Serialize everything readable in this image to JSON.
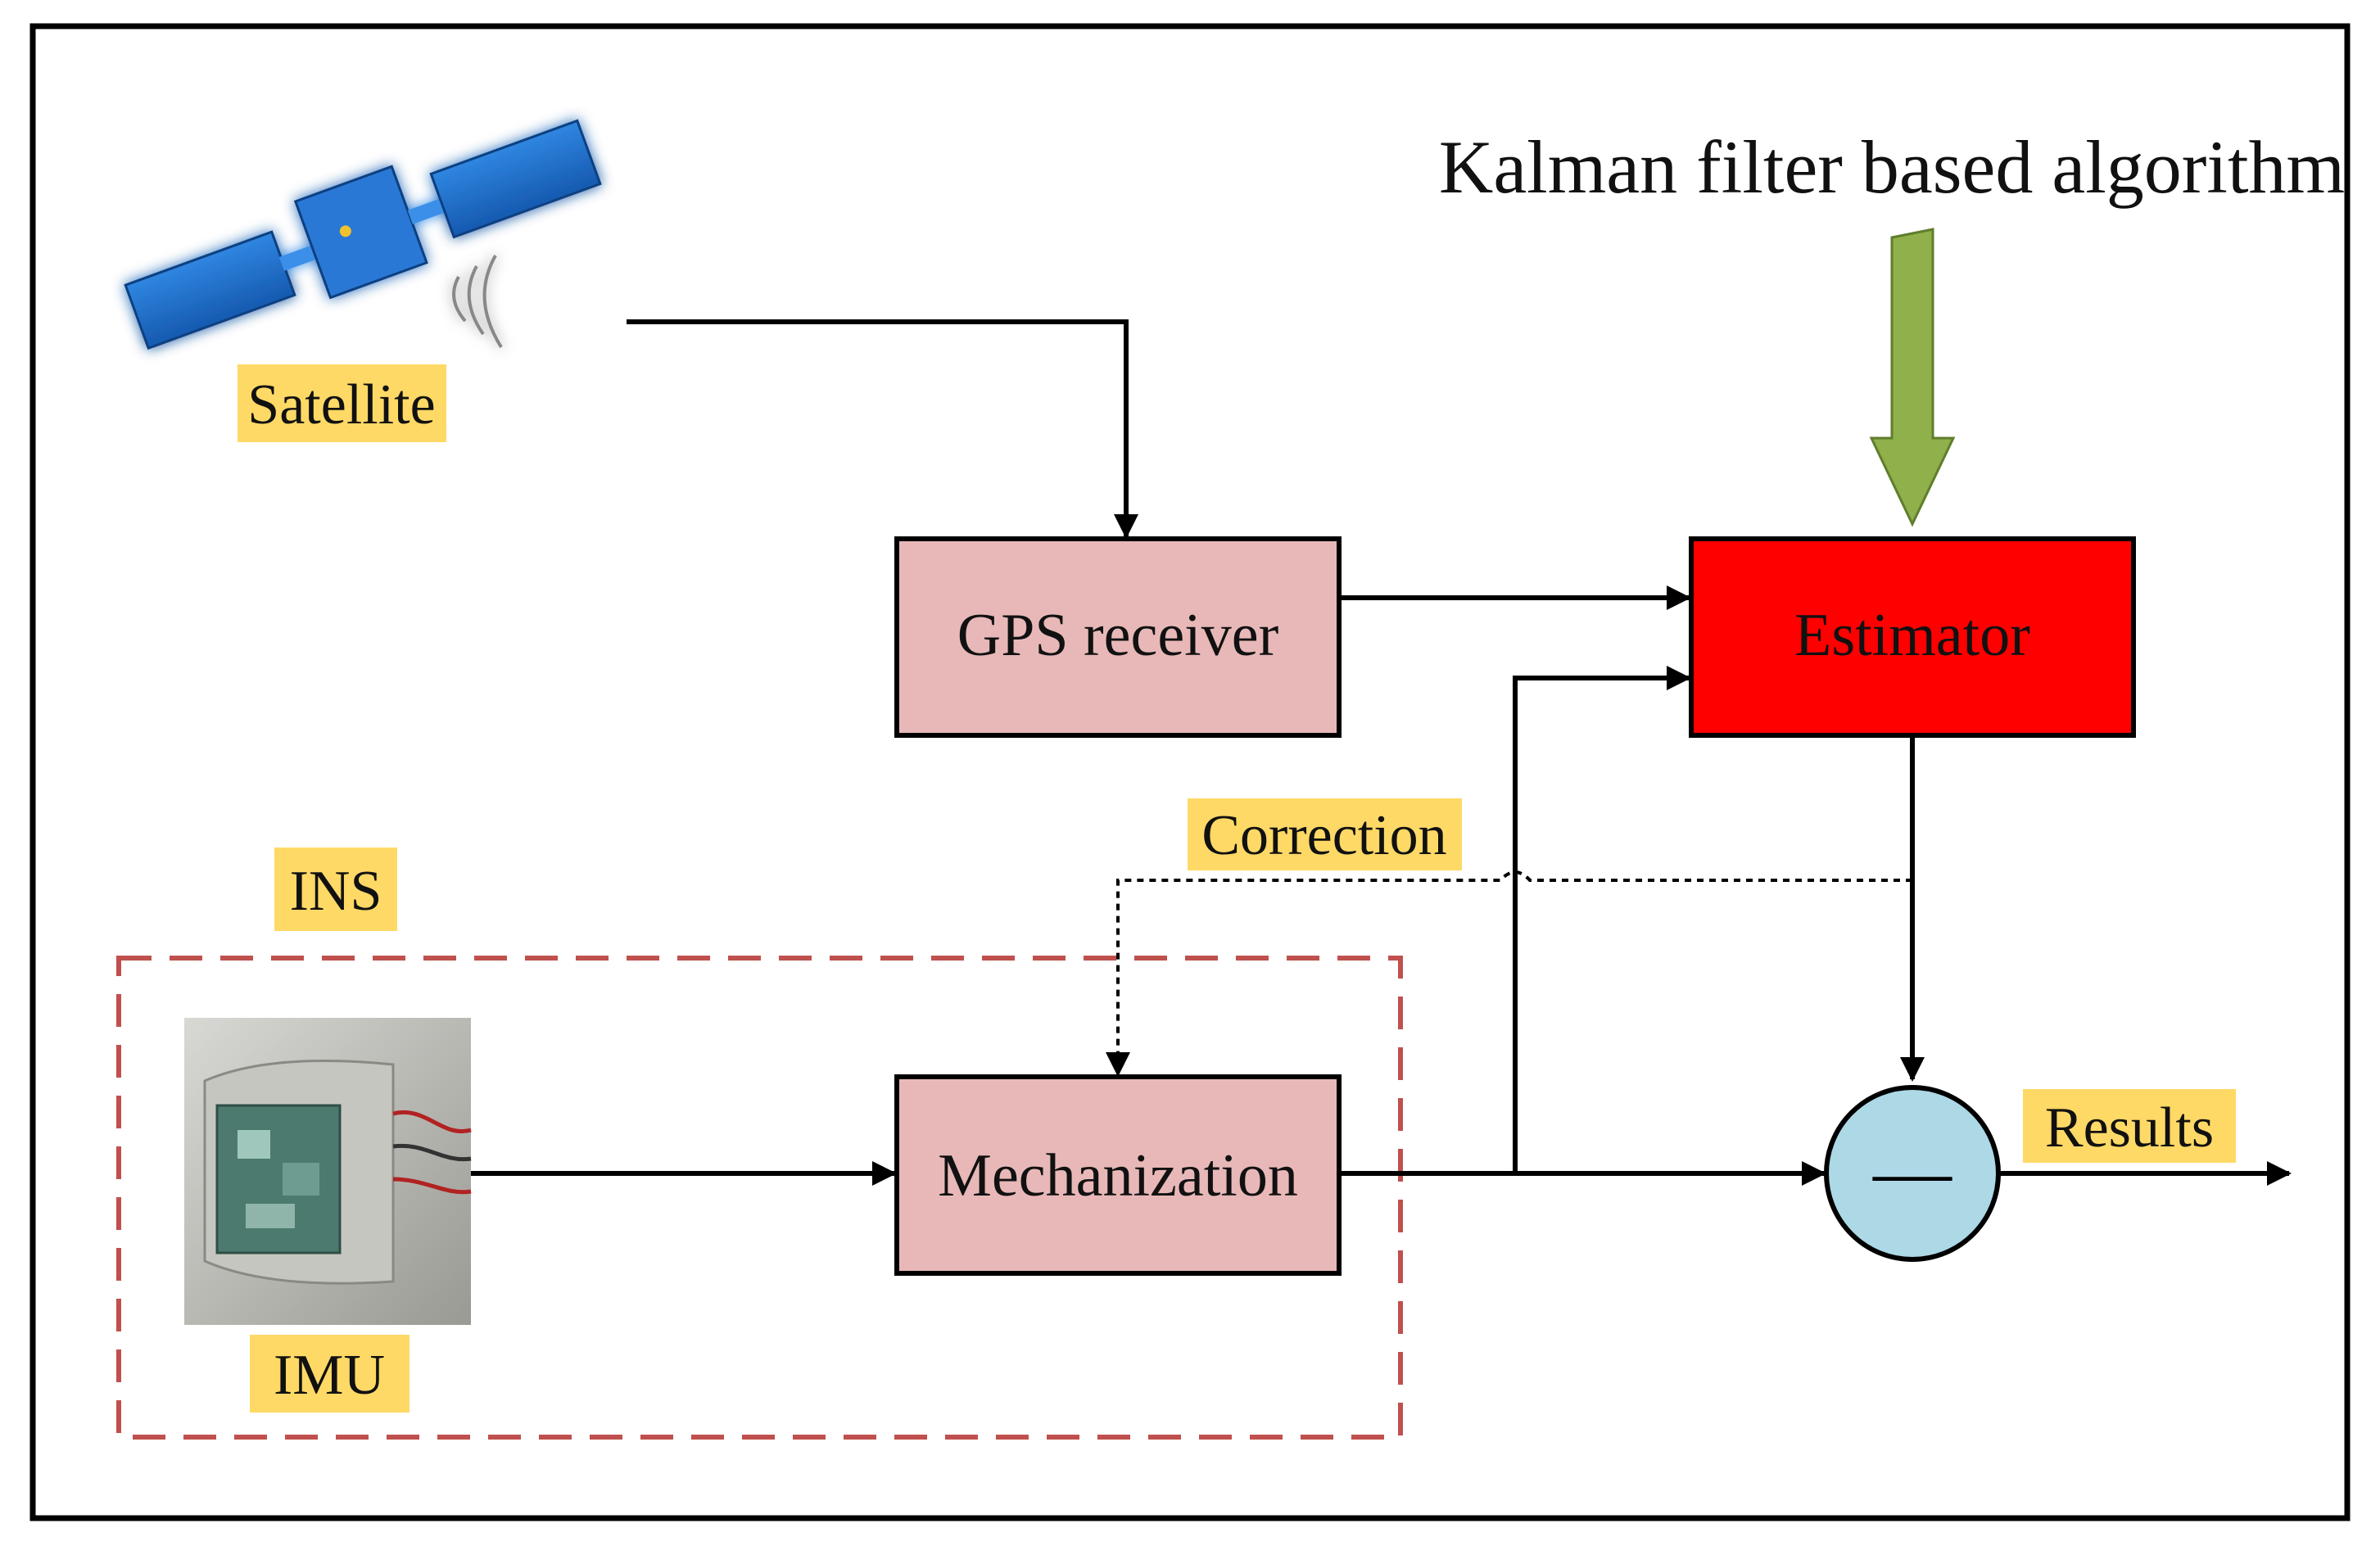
{
  "diagram": {
    "title": "Kalman filter based algorithm",
    "labels": {
      "satellite": "Satellite",
      "ins": "INS",
      "imu": "IMU",
      "correction": "Correction",
      "results": "Results"
    },
    "blocks": {
      "gps_receiver": "GPS receiver",
      "estimator": "Estimator",
      "mechanization": "Mechanization"
    },
    "subtract_symbol": "—"
  },
  "colors": {
    "block_fill": "#e8b8b8",
    "estimator_fill": "#ff0000",
    "label_highlight": "#ffd966",
    "ins_border": "#c0504d",
    "comparator_fill": "#add8e6",
    "kalman_arrow": "#8fb04a",
    "satellite_blue": "#1f6fc8"
  }
}
